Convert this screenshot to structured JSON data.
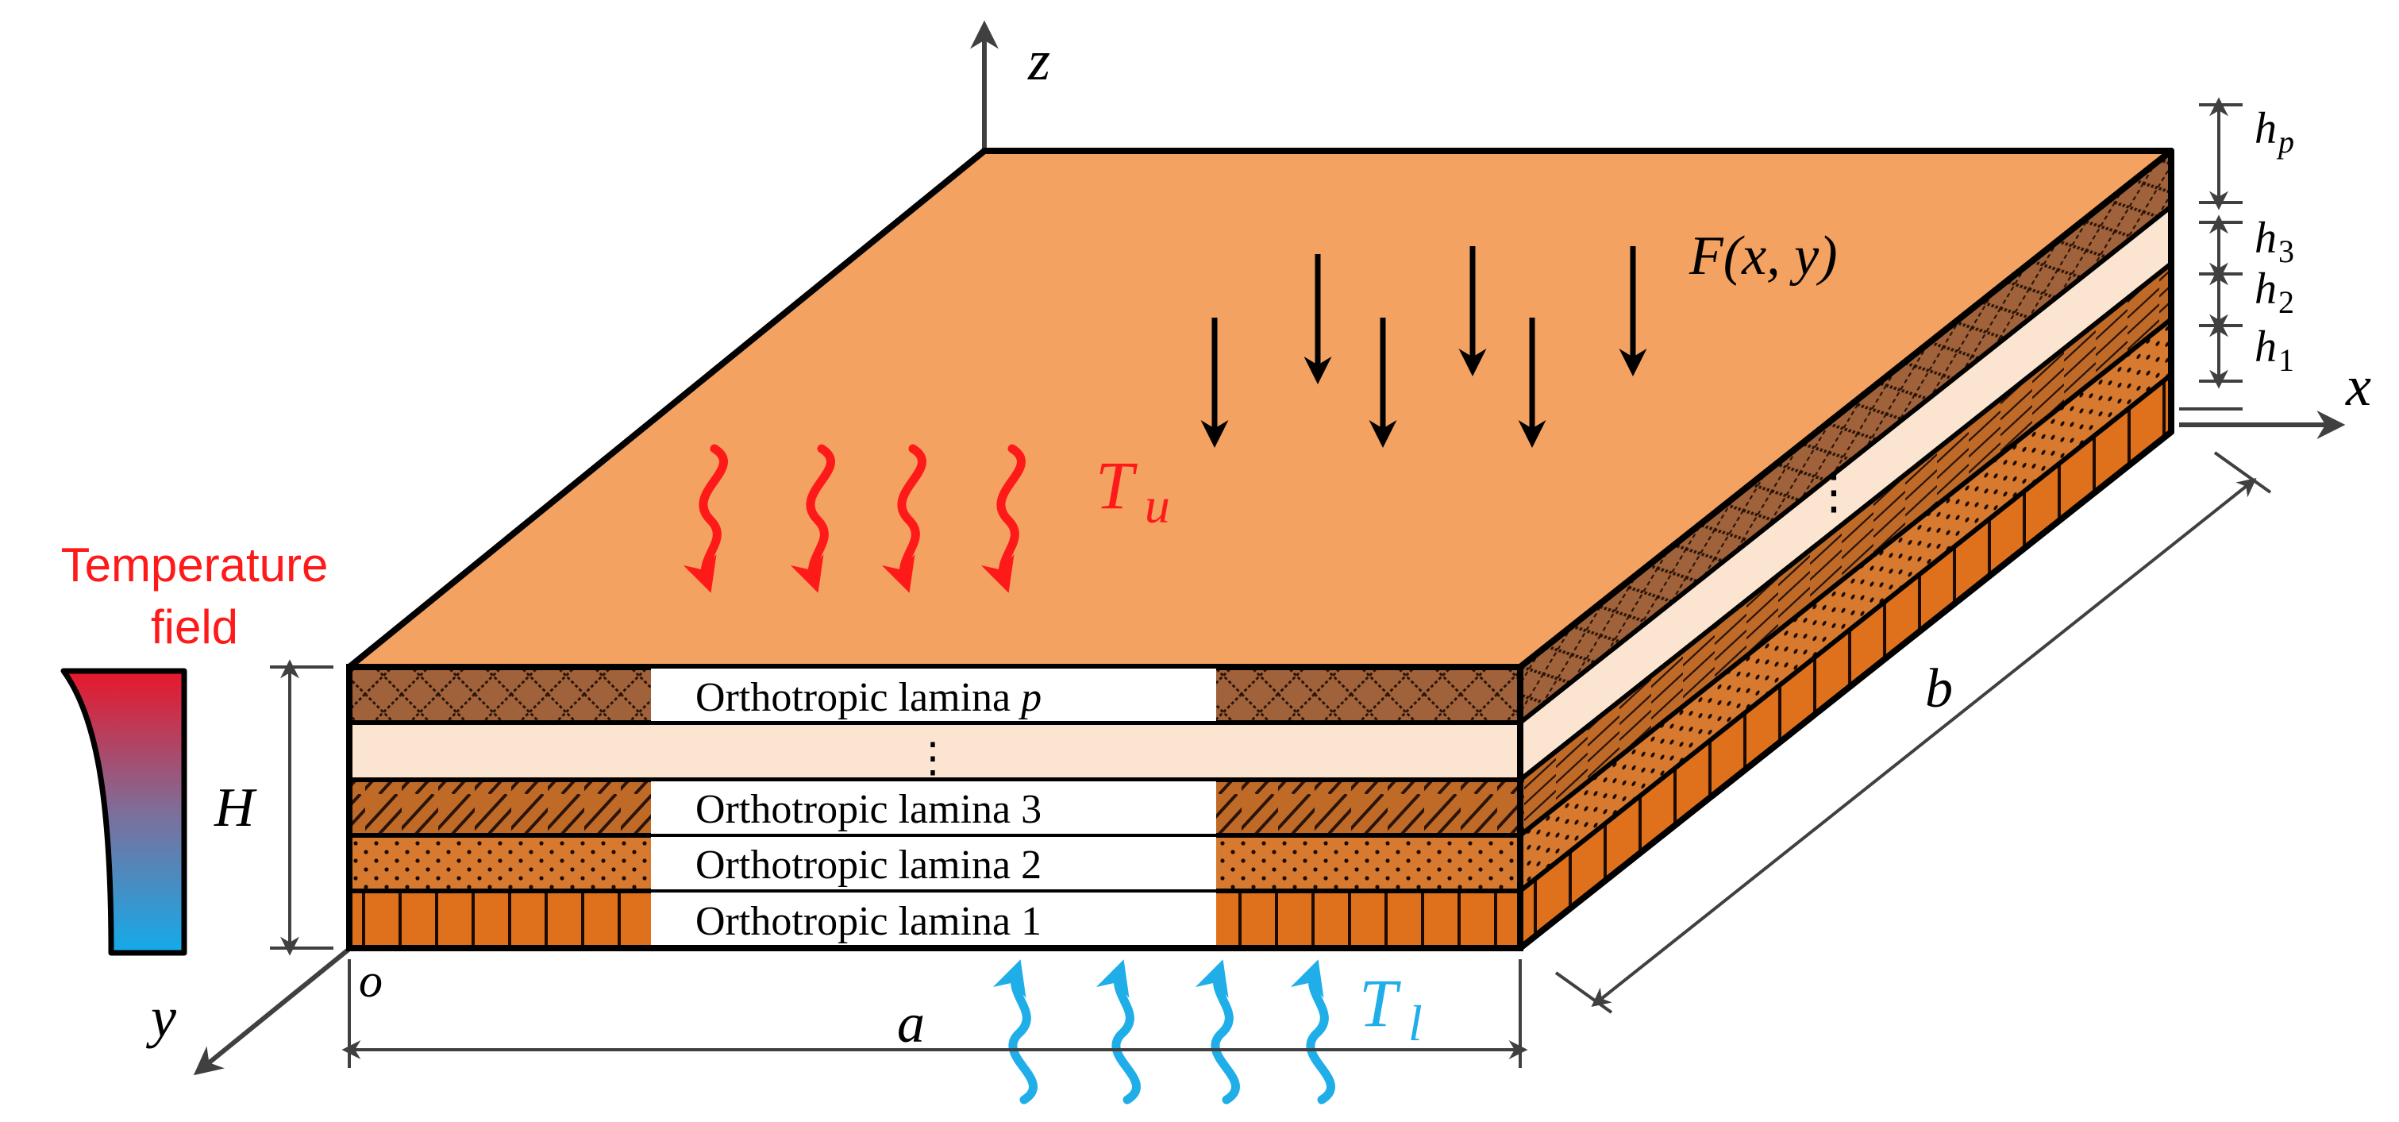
{
  "laminas": {
    "p": "Orthotropic lamina ",
    "p_sub": "p",
    "dots": "⋮",
    "l3": "Orthotropic lamina 3",
    "l2": "Orthotropic lamina 2",
    "l1": "Orthotropic lamina 1"
  },
  "axes": {
    "x": "x",
    "y": "y",
    "z": "z",
    "origin": "o"
  },
  "dimensions": {
    "a": "a",
    "b": "b",
    "H": "H",
    "h_p": "h",
    "h_p_sub": "p",
    "h_3": "h",
    "h_3_sub": "3",
    "h_2": "h",
    "h_2_sub": "2",
    "h_1": "h",
    "h_1_sub": "1"
  },
  "load": {
    "label": "F(x, y)"
  },
  "thermal": {
    "upper": "T",
    "upper_sub": "u",
    "lower": "T",
    "lower_sub": "l",
    "legend_line1": "Temperature",
    "legend_line2": "field"
  },
  "colors": {
    "top_face": "#F4A261",
    "lamina_p": "#A0623A",
    "lamina_gap": "#FBE4D0",
    "lamina_3": "#C06A28",
    "lamina_2": "#D77A2F",
    "lamina_1": "#E0711C",
    "edge": "#000000",
    "hot": "#FF1A1A",
    "cold": "#1FAEE8",
    "arrow": "#000000",
    "axis": "#404040"
  }
}
